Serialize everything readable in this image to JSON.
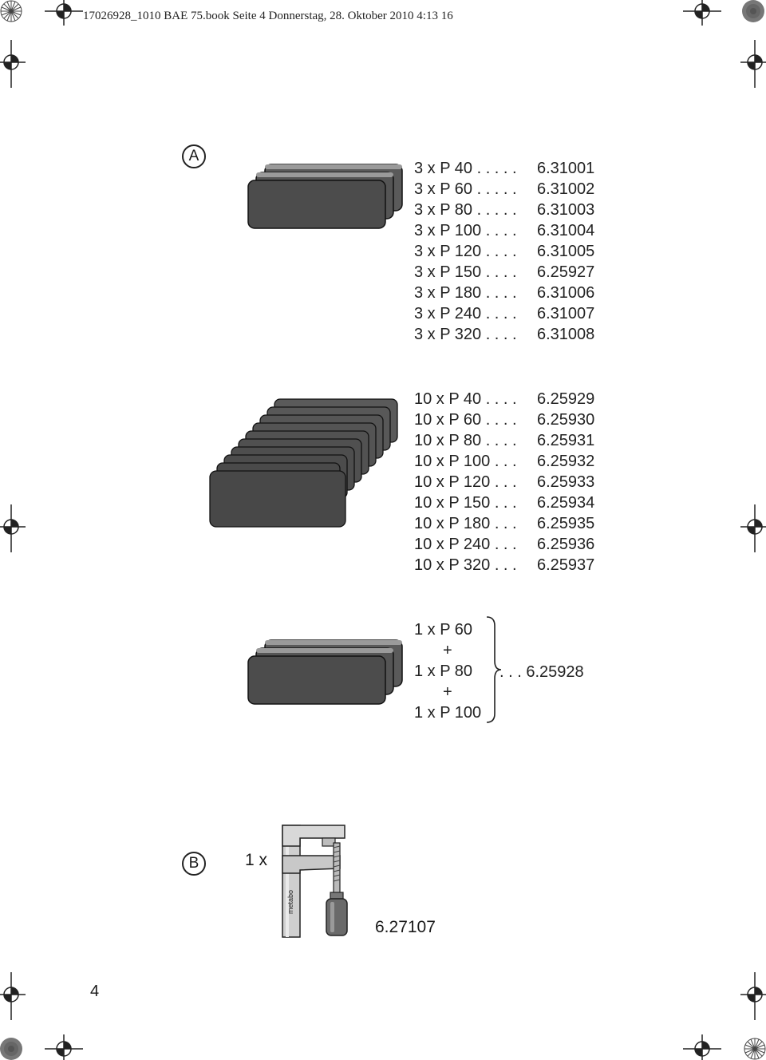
{
  "header": {
    "text": "17026928_1010 BAE 75.book  Seite 4  Donnerstag, 28. Oktober 2010  4:13 16"
  },
  "section_a": {
    "label": "A",
    "group1": [
      {
        "qty": "3 x P 40 . . . . .",
        "part": "6.31001"
      },
      {
        "qty": "3 x P 60 . . . . .",
        "part": "6.31002"
      },
      {
        "qty": "3 x P 80 . . . . .",
        "part": "6.31003"
      },
      {
        "qty": "3 x P 100 . . . .",
        "part": "6.31004"
      },
      {
        "qty": "3 x P 120 . . . .",
        "part": "6.31005"
      },
      {
        "qty": "3 x P 150 . . . .",
        "part": "6.25927"
      },
      {
        "qty": "3 x P 180 . . . .",
        "part": "6.31006"
      },
      {
        "qty": "3 x P 240 . . . .",
        "part": "6.31007"
      },
      {
        "qty": "3 x P 320 . . . .",
        "part": "6.31008"
      }
    ],
    "group2": [
      {
        "qty": "10 x P 40 . . . .",
        "part": "6.25929"
      },
      {
        "qty": "10 x P 60 . . . .",
        "part": "6.25930"
      },
      {
        "qty": "10 x P 80 . . . .",
        "part": "6.25931"
      },
      {
        "qty": "10 x P 100 . . .",
        "part": "6.25932"
      },
      {
        "qty": "10 x P 120 . . .",
        "part": "6.25933"
      },
      {
        "qty": "10 x P 150 . . .",
        "part": "6.25934"
      },
      {
        "qty": "10 x P 180 . . .",
        "part": "6.25935"
      },
      {
        "qty": "10 x P 240 . . .",
        "part": "6.25936"
      },
      {
        "qty": "10 x P 320 . . .",
        "part": "6.25937"
      }
    ],
    "group3": {
      "lines": [
        "1 x P 60",
        "+",
        "1 x P 80",
        "+",
        "1 x P 100"
      ],
      "part": ". . .  6.25928"
    }
  },
  "section_b": {
    "label": "B",
    "qty": "1 x",
    "part": "6.27107",
    "clamp_brand": "metabo"
  },
  "page_number": "4"
}
